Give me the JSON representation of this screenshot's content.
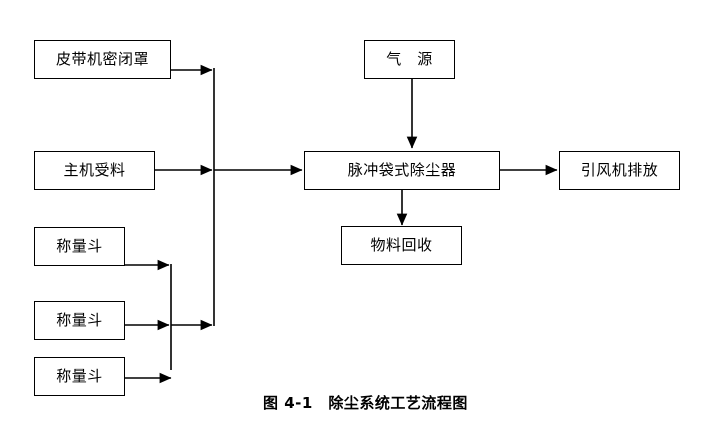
{
  "figure": {
    "caption": "图 4-1　除尘系统工艺流程图",
    "background_color": "#ffffff",
    "line_color": "#000000",
    "text_color": "#000000"
  },
  "nodes": {
    "belt_hood": {
      "label": "皮带机密闭罩"
    },
    "main_machine_feed": {
      "label": "主机受料"
    },
    "weigh_hopper_1": {
      "label": "称量斗"
    },
    "weigh_hopper_2": {
      "label": "称量斗"
    },
    "weigh_hopper_3": {
      "label": "称量斗"
    },
    "air_source": {
      "label": "气　源"
    },
    "pulse_bag_dust_collector": {
      "label": "脉冲袋式除尘器"
    },
    "induced_draft_fan_discharge": {
      "label": "引风机排放"
    },
    "material_recovery": {
      "label": "物料回收"
    }
  },
  "connections": [
    {
      "name": "belt-hood-to-bus",
      "from": "belt_hood",
      "to": "collection_bus"
    },
    {
      "name": "main-feed-to-bus",
      "from": "main_machine_feed",
      "to": "collection_bus"
    },
    {
      "name": "hopper1-to-subbus",
      "from": "weigh_hopper_1",
      "to": "hopper_bus"
    },
    {
      "name": "hopper2-to-subbus",
      "from": "weigh_hopper_2",
      "to": "hopper_bus"
    },
    {
      "name": "hopper3-to-subbus",
      "from": "weigh_hopper_3",
      "to": "hopper_bus"
    },
    {
      "name": "subbus-to-bus",
      "from": "hopper_bus",
      "to": "collection_bus"
    },
    {
      "name": "bus-to-dust-collector",
      "from": "collection_bus",
      "to": "pulse_bag_dust_collector"
    },
    {
      "name": "air-source-to-dust-collector",
      "from": "air_source",
      "to": "pulse_bag_dust_collector"
    },
    {
      "name": "dust-collector-to-fan",
      "from": "pulse_bag_dust_collector",
      "to": "induced_draft_fan_discharge"
    },
    {
      "name": "dust-collector-to-recovery",
      "from": "pulse_bag_dust_collector",
      "to": "material_recovery"
    }
  ]
}
